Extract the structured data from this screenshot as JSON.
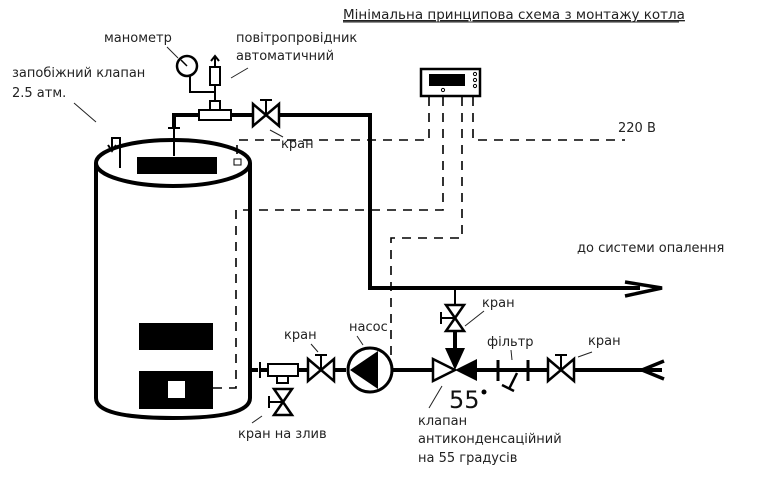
{
  "title": "Мінімальна принципова схема з  монтажу котла",
  "labels": {
    "manometer": "манометр",
    "air_vent_line1": "повітропровідник",
    "air_vent_line2": "автоматичний",
    "safety_valve_line1": "запобіжний клапан",
    "safety_valve_line2": "2.5 атм.",
    "valve_top": "кран",
    "voltage": "220 В",
    "to_heating": "до системи опалення",
    "valve_bypass": "кран",
    "valve_pump": "кран",
    "pump": "насос",
    "filter": "фільтр",
    "valve_return": "кран",
    "drain_valve": "кран на злив",
    "anticond_line1": "клапан",
    "anticond_line2": "антиконденсаційний",
    "anticond_line3": "на 55 градусів",
    "temp_mark": "55"
  },
  "components": {
    "boiler": "boiler-cylinder",
    "controller": "controller-unit",
    "pump": "circulation-pump",
    "three_way_valve": "anticondensation-valve",
    "filter": "strainer-filter",
    "valves": [
      "valve-top",
      "valve-bypass",
      "valve-pump",
      "valve-return",
      "drain-valve"
    ]
  },
  "flow": {
    "supply_direction": "out-right",
    "return_direction": "in-left"
  }
}
